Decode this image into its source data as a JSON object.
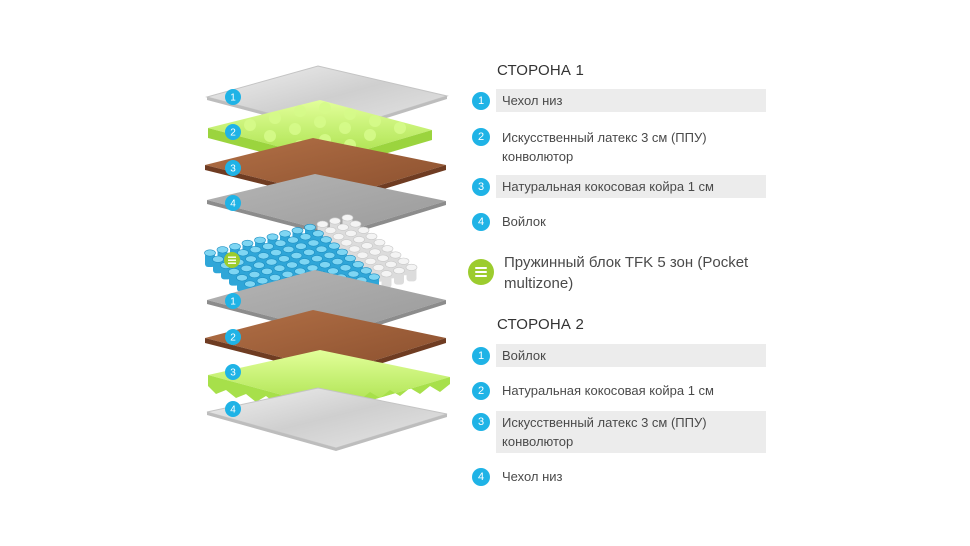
{
  "side1": {
    "title": "СТОРОНА 1",
    "items": [
      {
        "num": "1",
        "label": "Чехол низ"
      },
      {
        "num": "2",
        "label": "Искусственный латекс 3 см (ППУ) конволютор"
      },
      {
        "num": "3",
        "label": "Натуральная кокосовая койра 1 см"
      },
      {
        "num": "4",
        "label": "Войлок"
      }
    ]
  },
  "spring": {
    "label": "Пружинный блок TFK 5 зон (Pocket multizone)",
    "icon": "list-icon"
  },
  "side2": {
    "title": "СТОРОНА 2",
    "items": [
      {
        "num": "1",
        "label": "Войлок"
      },
      {
        "num": "2",
        "label": "Натуральная кокосовая койра 1 см"
      },
      {
        "num": "3",
        "label": "Искусственный латекс 3 см (ППУ) конволютор"
      },
      {
        "num": "4",
        "label": "Чехол низ"
      }
    ]
  },
  "diagram_badges": {
    "top": [
      "1",
      "2",
      "3",
      "4"
    ],
    "bottom": [
      "1",
      "2",
      "3",
      "4"
    ]
  },
  "colors": {
    "badge": "#1fb3e6",
    "spring_badge": "#9ccc2e",
    "cover": "#d9d9d9",
    "latex": "#c7f06a",
    "coir": "#a0603a",
    "felt": "#a9a9a9",
    "spring_blue": "#4fc3e8",
    "spring_white": "#eeeeee"
  }
}
